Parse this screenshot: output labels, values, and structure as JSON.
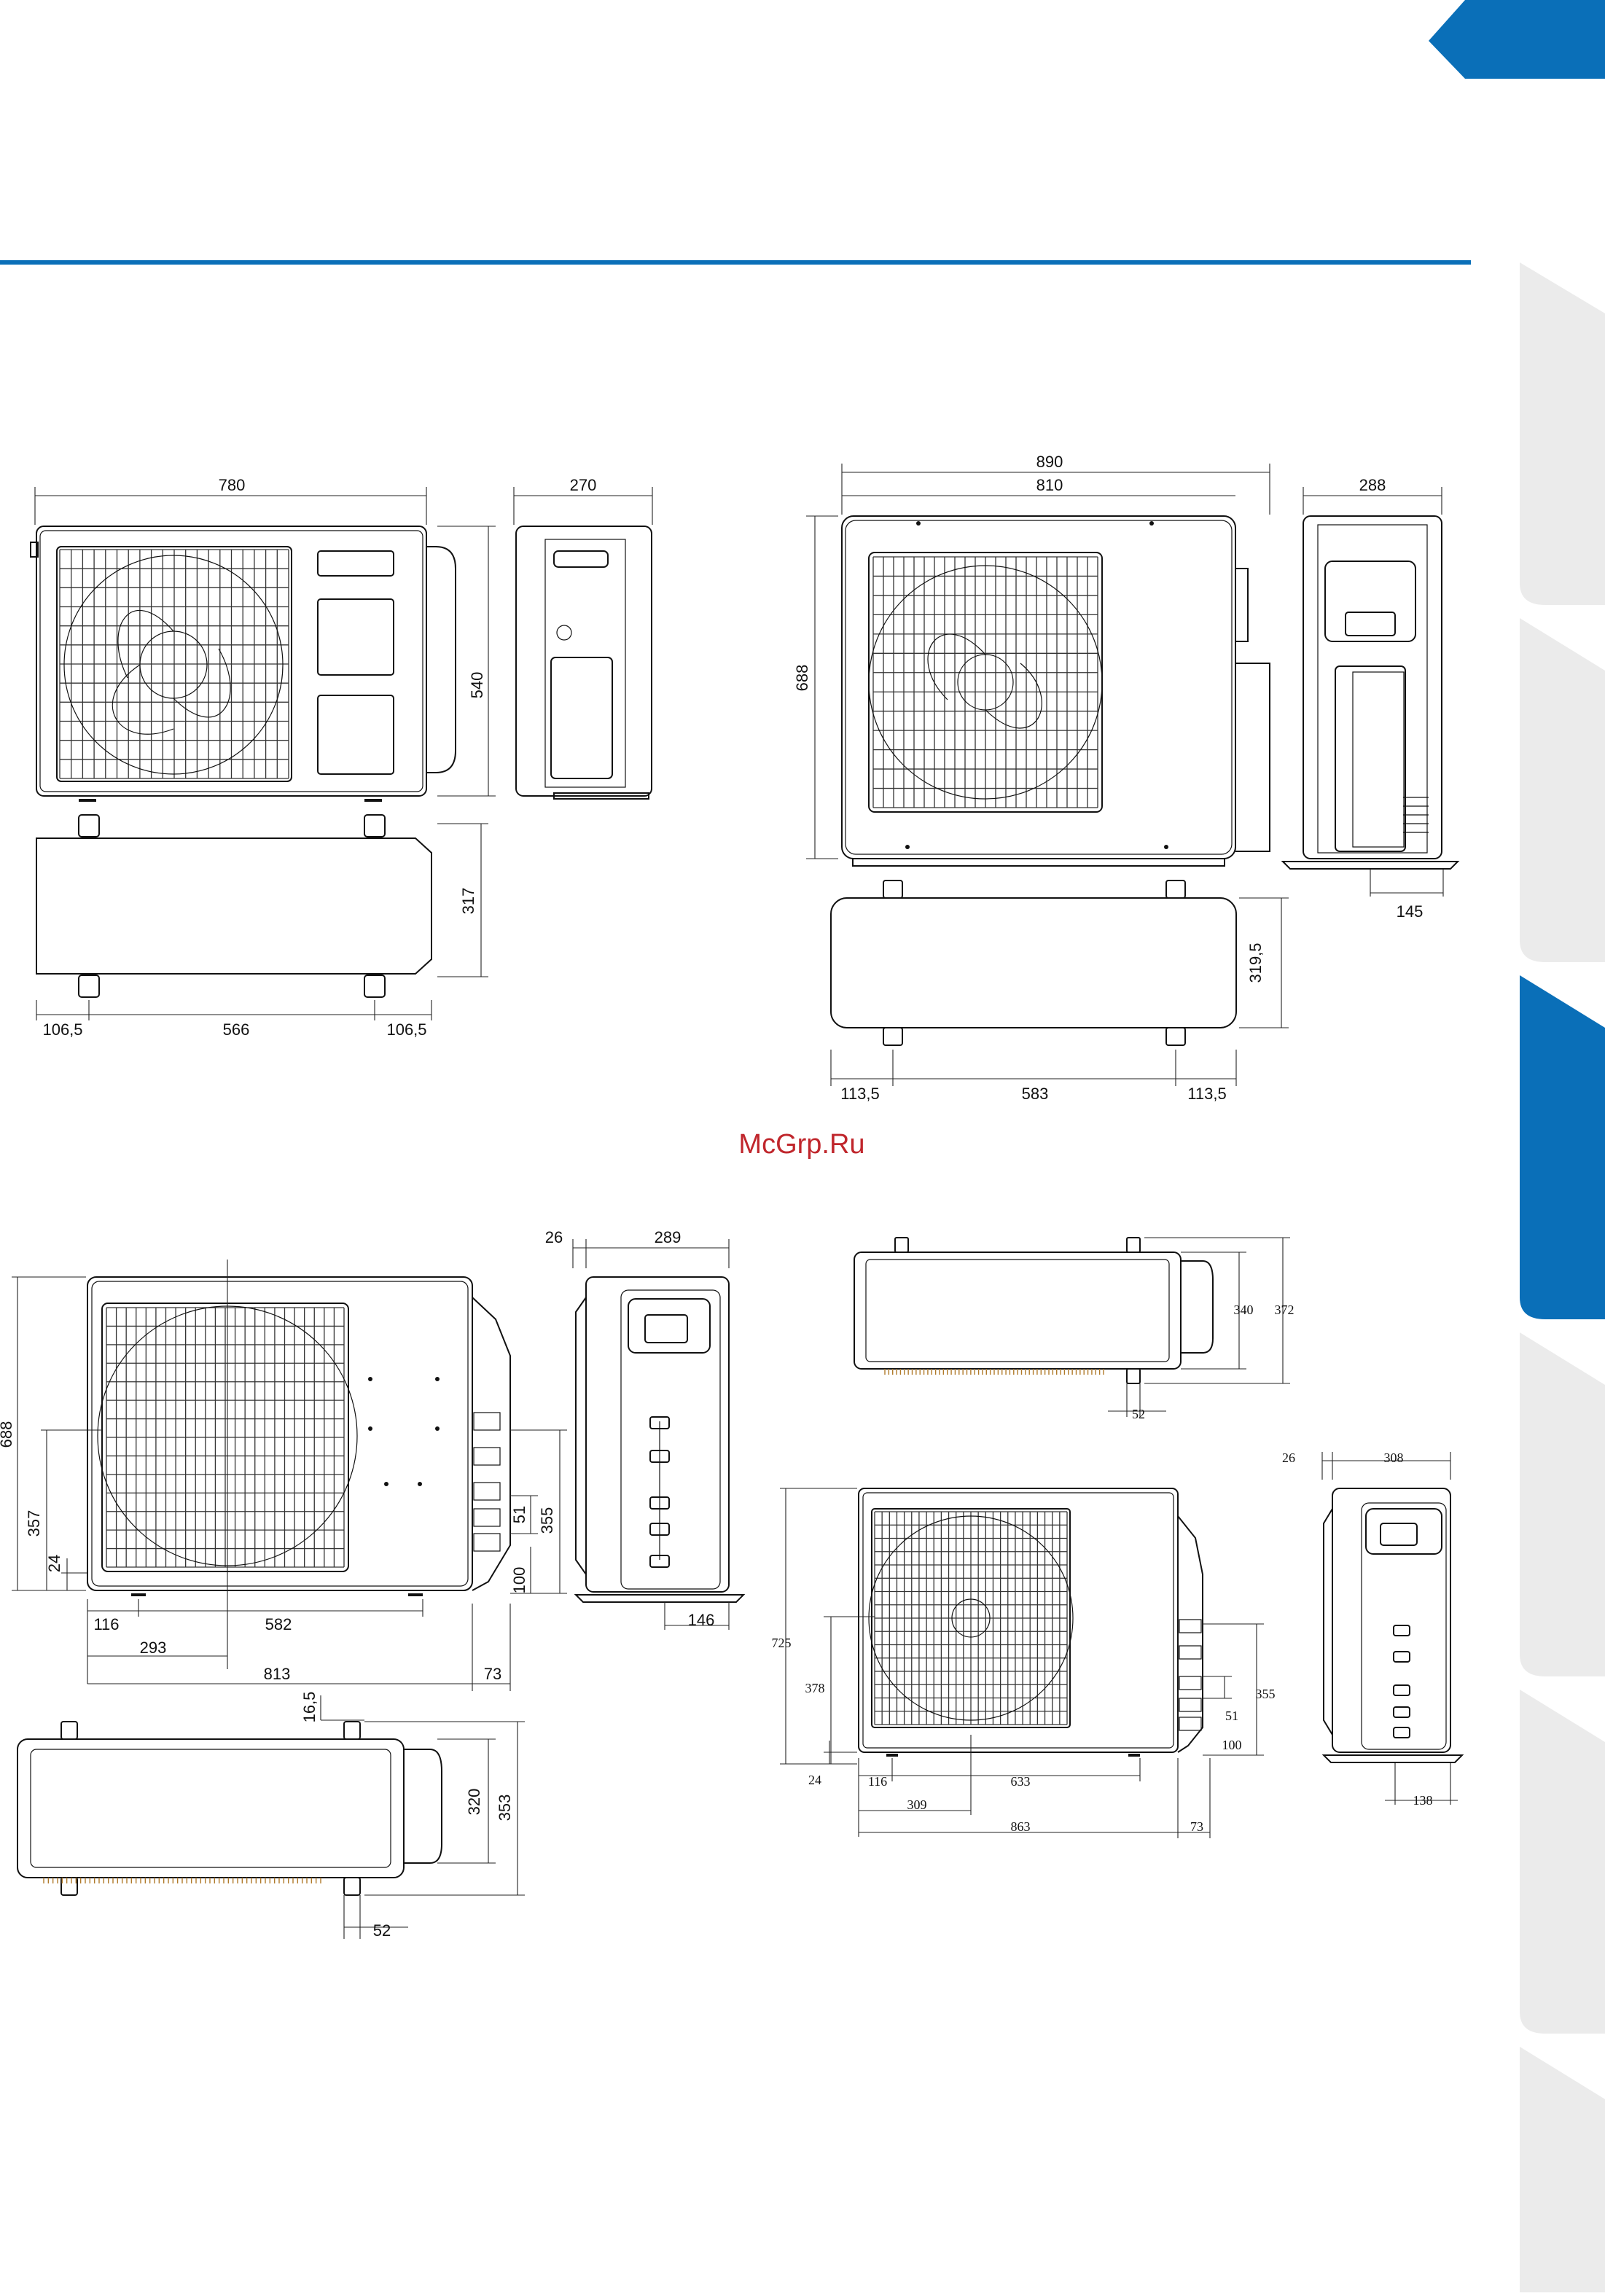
{
  "colors": {
    "accent": "#0a6fb8",
    "tab_gray": "#e9e9e9",
    "line": "#111111",
    "watermark": "#c0262c"
  },
  "watermark": "McGrp.Ru",
  "units": [
    {
      "dims": {
        "width": "780",
        "depth": "270",
        "height": "540",
        "base_depth": "317",
        "foot_left": "106,5",
        "foot_span": "566",
        "foot_right": "106,5"
      }
    },
    {
      "dims": {
        "width_total": "890",
        "width_body": "810",
        "depth": "288",
        "height": "688",
        "base_depth": "319,5",
        "foot_left": "113,5",
        "foot_span": "583",
        "foot_right": "113,5",
        "foot_offset": "145"
      }
    },
    {
      "dims": {
        "height": "688",
        "valve_top": "357",
        "foot_h": "24",
        "side_a": "26",
        "depth": "289",
        "valve_span": "51",
        "valve_h": "355",
        "valve_base": "100",
        "left_foot": "116",
        "foot_span": "582",
        "center": "293",
        "width": "813",
        "side_ext": "73",
        "foot_offset": "146",
        "top_step": "16,5",
        "base_depth": "320",
        "total_depth": "353",
        "fin_off": "52"
      }
    },
    {
      "dims": {
        "base_depth": "340",
        "total_depth": "372",
        "fin_off": "52",
        "side_a": "26",
        "depth": "308",
        "height": "725",
        "valve_top": "378",
        "valve_span": "51",
        "valve_h": "355",
        "valve_base": "100",
        "foot_h": "24",
        "left_foot": "116",
        "foot_span": "633",
        "center": "309",
        "width": "863",
        "side_ext": "73",
        "foot_offset": "138"
      }
    }
  ]
}
